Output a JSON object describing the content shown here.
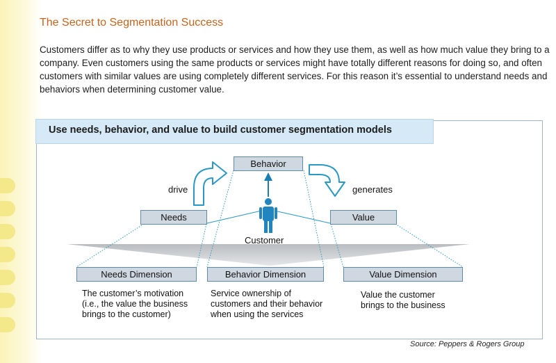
{
  "header": {
    "title": "The Secret to Segmentation Success",
    "intro": "Customers differ as to why they use products or services and how they use them, as well as how much value they bring to a company. Even customers using the same products or services might have totally different reasons for doing so, and often customers with similar values are using completely different services. For this reason it’s essential to understand needs and behaviors when determining customer value."
  },
  "diagram": {
    "banner": "Use needs, behavior, and value to build customer segmentation models",
    "nodes": {
      "behavior": "Behavior",
      "needs": "Needs",
      "value": "Value",
      "customer": "Customer"
    },
    "arrows": {
      "drive": "drive",
      "generates": "generates"
    },
    "dimensions": [
      {
        "label": "Needs Dimension",
        "lines": [
          "The customer’s motivation",
          "(i.e., the value the business",
          "brings to the customer)"
        ]
      },
      {
        "label": "Behavior Dimension",
        "lines": [
          "Service ownership of",
          "customers and their behavior",
          "when using the services"
        ]
      },
      {
        "label": "Value Dimension",
        "lines": [
          "Value the customer",
          "brings to the business"
        ]
      }
    ],
    "colors": {
      "accent": "#2b97c4",
      "box_fill": "#cfd7e0",
      "title": "#c4641e"
    }
  },
  "footer": {
    "source": "Source:  Peppers & Rogers Group"
  }
}
